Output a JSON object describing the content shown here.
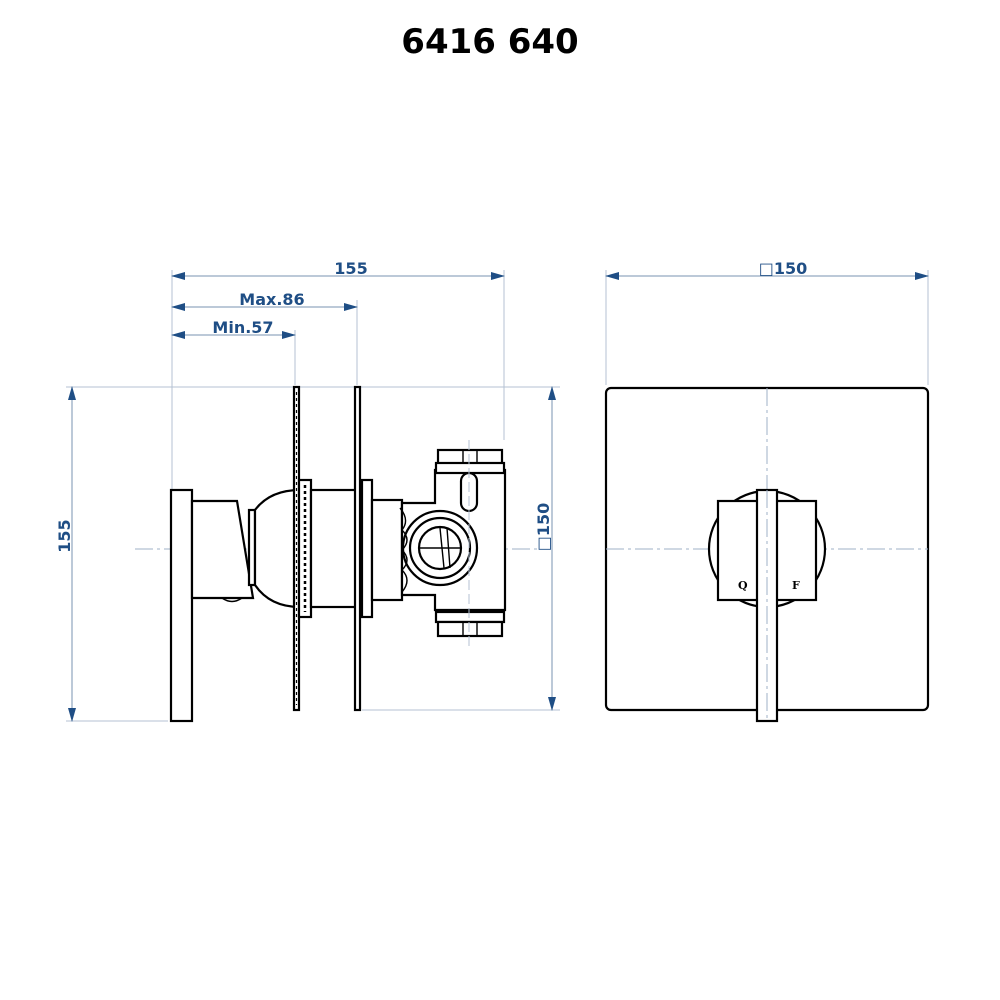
{
  "title": "6416 640",
  "dimensions": {
    "side_view": {
      "overall_depth": "155",
      "max_depth": "Max.86",
      "min_depth": "Min.57",
      "overall_height": "155",
      "plate_height": "□150"
    },
    "front_view": {
      "plate_width": "□150"
    }
  },
  "front_view": {
    "markings": {
      "left": "Q",
      "right": "F"
    }
  },
  "colors": {
    "dimension": "#1f4e85",
    "extension_line": "#b4c2d3",
    "part_outline": "#000000"
  }
}
